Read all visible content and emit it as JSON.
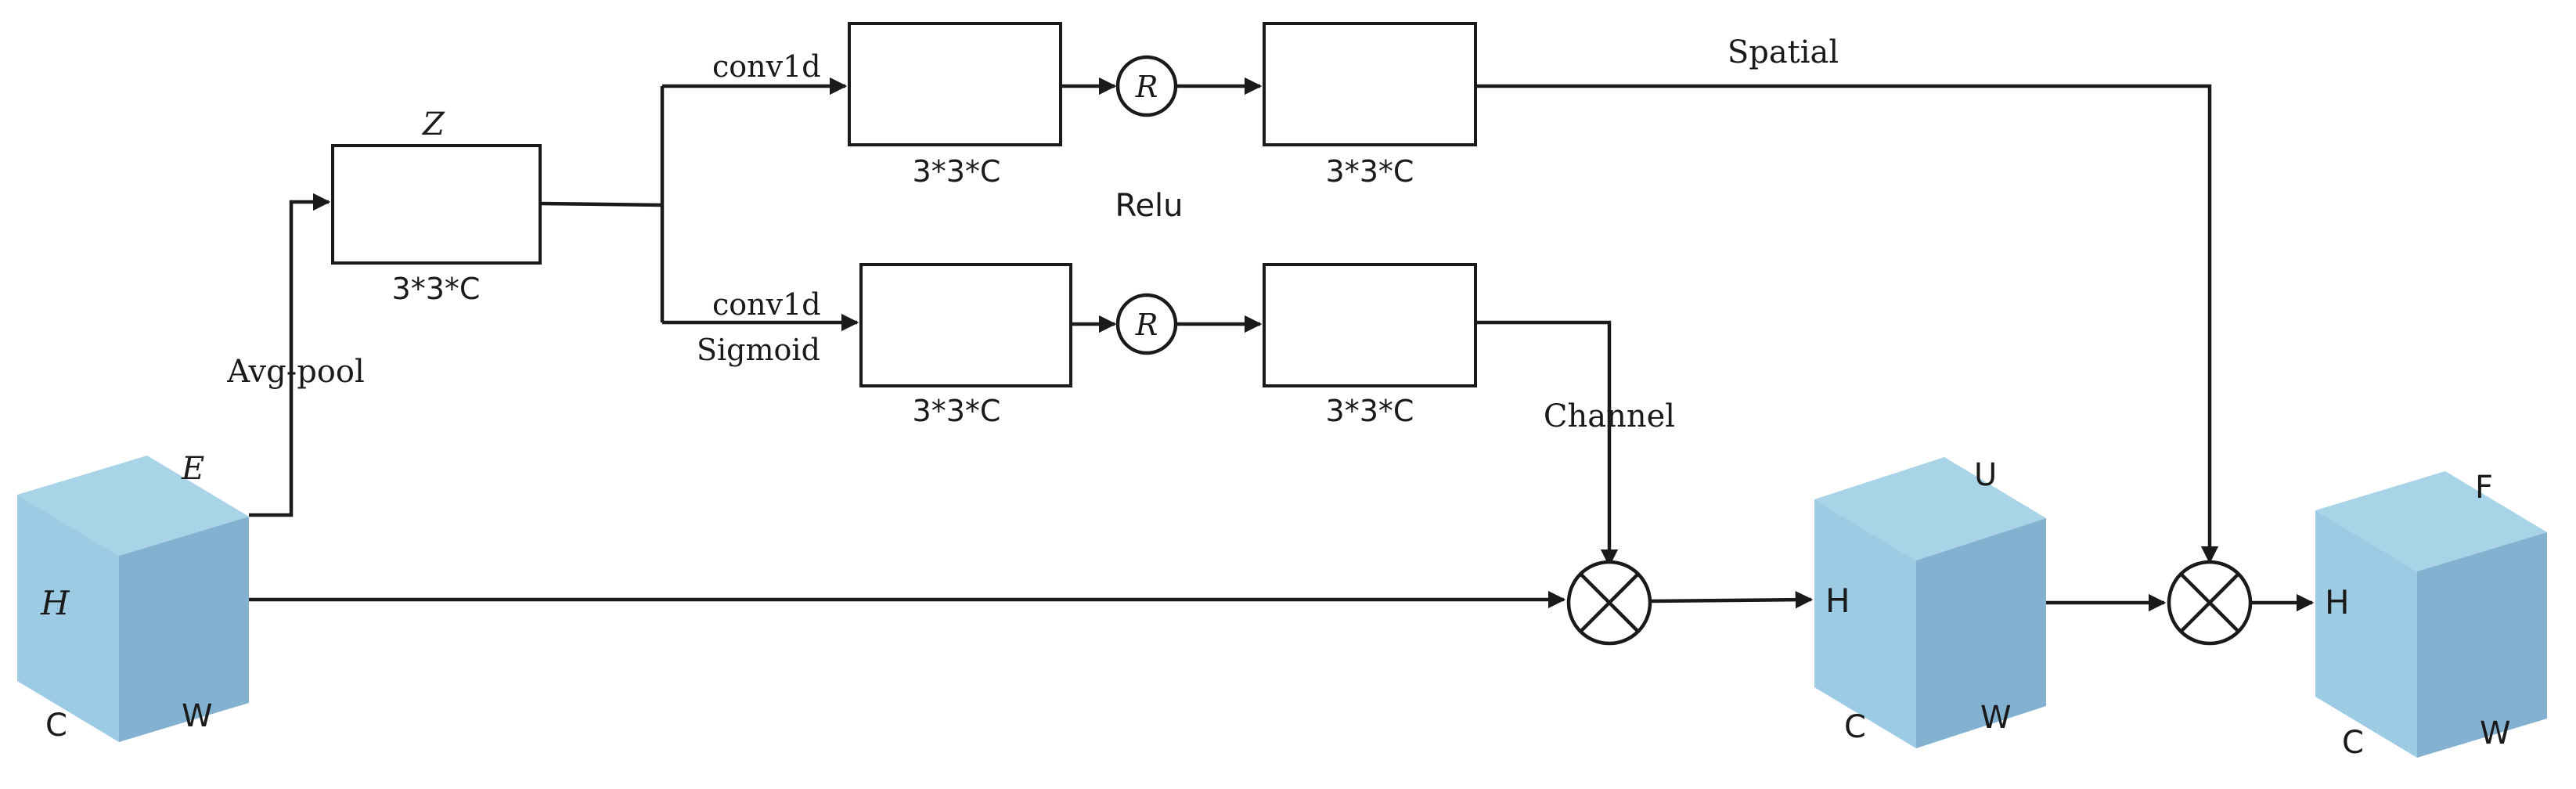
{
  "colors": {
    "line": "#1a1a1a",
    "cube_top": "#a9d3e6",
    "cube_front": "#9ccbe3",
    "cube_side": "#82b2d0"
  },
  "input_cube": {
    "top": "E",
    "left": "H",
    "bottom_left": "C",
    "bottom_right": "W"
  },
  "u_cube": {
    "top": "U",
    "left": "H",
    "bottom_left": "C",
    "bottom_right": "W"
  },
  "f_cube": {
    "top": "F",
    "left": "H",
    "bottom_left": "C",
    "bottom_right": "W"
  },
  "z_block": {
    "name": "Z",
    "dims": "3*3*C"
  },
  "pool_label": "Avg-pool",
  "upper_branch": {
    "op1": "conv1d",
    "block1_dims": "3*3*C",
    "relu_symbol": "R",
    "block2_dims": "3*3*C",
    "output_label": "Spatial"
  },
  "relu_label": "Relu",
  "lower_branch": {
    "op1": "conv1d",
    "op2": "Sigmoid",
    "block1_dims": "3*3*C",
    "relu_symbol": "R",
    "block2_dims": "3*3*C",
    "output_label": "Channel"
  },
  "multiply_ops": [
    {
      "name": "channel-multiply",
      "symbol": "⊗"
    },
    {
      "name": "spatial-multiply",
      "symbol": "⊗"
    }
  ]
}
